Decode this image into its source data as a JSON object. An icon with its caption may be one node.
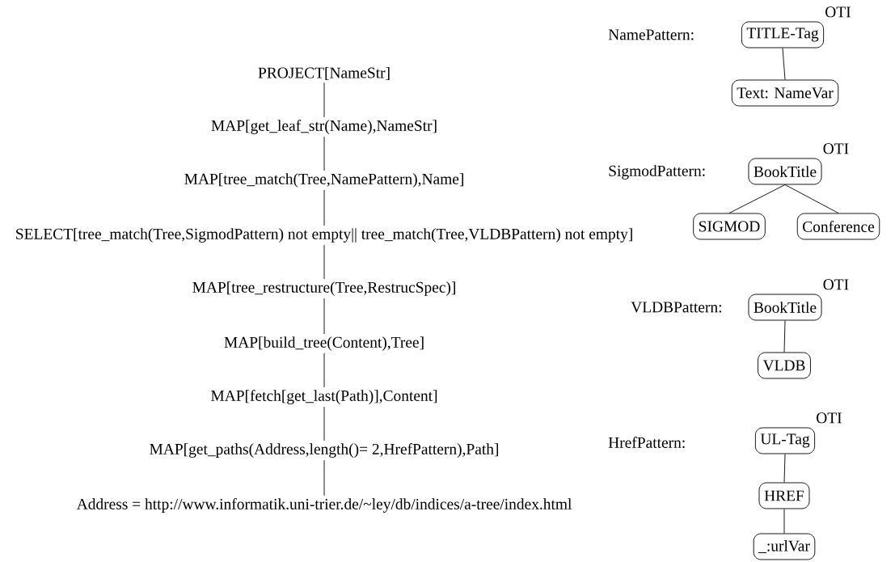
{
  "diagram": {
    "nodes": [
      {
        "text": [
          "PROJECT[NameStr]"
        ]
      },
      {
        "text": [
          "MAP[get_leaf_str(Name),NameStr]"
        ]
      },
      {
        "text": [
          "MAP[tree_match(Tree,NamePattern),Name]"
        ]
      },
      {
        "text": [
          "SELECT[tree_match(Tree,SigmodPattern) not empty|| tree_match(Tree,VLDBPattern) not empty]"
        ]
      },
      {
        "text": [
          "MAP[tree_restructure(Tree,RestrucSpec)]"
        ]
      },
      {
        "text": [
          "MAP[build_tree(Content),Tree]"
        ]
      },
      {
        "text": [
          "MAP[fetch[get_last(Path)],Content]"
        ]
      },
      {
        "text": [
          "MAP[get_paths(Address,length()= 2,HrefPattern),Path]"
        ]
      },
      {
        "text": [
          "Address = http://www.informatik.uni-trier.de/~ley/db/indices/a-tree/index.html"
        ]
      },
      {
        "text": [
          "TITLE-Tag"
        ],
        "beside": [
          "OTI"
        ]
      },
      {
        "text": [
          "Text: NameVar"
        ]
      },
      {
        "text": [
          "BookTitle"
        ],
        "beside": [
          "OTI"
        ]
      },
      {
        "text": [
          "SIGMOD"
        ]
      },
      {
        "text": [
          "Conference"
        ]
      },
      {
        "text": [
          "BookTitle"
        ],
        "beside": [
          "OTI"
        ]
      },
      {
        "text": [
          "VLDB"
        ]
      },
      {
        "text": [
          "UL-Tag"
        ],
        "beside": [
          "OTI"
        ]
      },
      {
        "text": [
          "HREF"
        ]
      },
      {
        "text": [
          "_:urlVar"
        ]
      }
    ],
    "edges": [
      {
        "from": 0,
        "to": 1,
        "arrow": "none"
      },
      {
        "from": 1,
        "to": 2,
        "arrow": "none"
      },
      {
        "from": 2,
        "to": 3,
        "arrow": "none"
      },
      {
        "from": 3,
        "to": 4,
        "arrow": "none"
      },
      {
        "from": 4,
        "to": 5,
        "arrow": "none"
      },
      {
        "from": 5,
        "to": 6,
        "arrow": "none"
      },
      {
        "from": 6,
        "to": 7,
        "arrow": "none"
      },
      {
        "from": 7,
        "to": 8,
        "arrow": "none"
      },
      {
        "from": 9,
        "to": 10,
        "arrow": "none"
      },
      {
        "from": 11,
        "to": 12,
        "arrow": "none"
      },
      {
        "from": 11,
        "to": 13,
        "arrow": "none"
      },
      {
        "from": 14,
        "to": 15,
        "arrow": "none"
      },
      {
        "from": 16,
        "to": 17,
        "arrow": "none"
      },
      {
        "from": 17,
        "to": 18,
        "arrow": "none"
      }
    ],
    "labels": [
      "NamePattern:",
      "SigmodPattern:",
      "VLDBPattern:",
      "HrefPattern:"
    ]
  }
}
